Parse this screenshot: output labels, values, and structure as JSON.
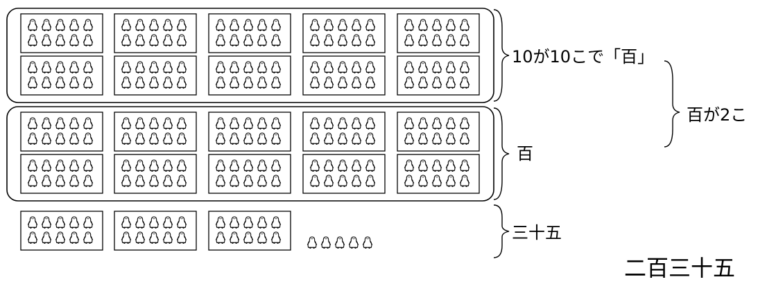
{
  "labels": {
    "ten_tens": "10が10こで「百」",
    "hundred": "百",
    "thirty_five": "三十五",
    "two_hundreds": "百が2こ",
    "total": "二百三十五"
  },
  "groups": {
    "hundred_group_count": 2,
    "tens_per_hundred": 10,
    "penguins_per_ten": 10,
    "extra_tens": 3,
    "extra_ones": 5
  },
  "icons": {
    "penguin": "penguin-icon"
  }
}
